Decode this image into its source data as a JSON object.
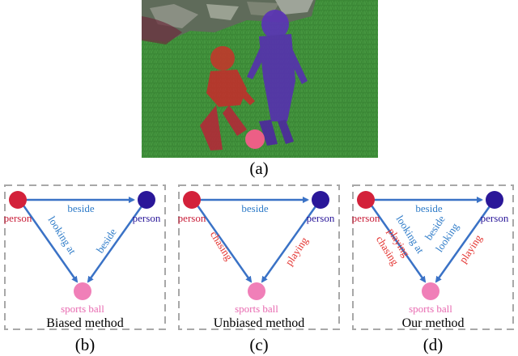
{
  "figure": {
    "panels": [
      {
        "caption": "(b)",
        "method": "Biased method",
        "nodes": {
          "left": "person",
          "right": "person",
          "bottom": "sports ball"
        },
        "top_edge": [
          "beside"
        ],
        "left_edge": [
          "looking at"
        ],
        "right_edge": [
          "beside"
        ]
      },
      {
        "caption": "(c)",
        "method": "Unbiased method",
        "nodes": {
          "left": "person",
          "right": "person",
          "bottom": "sports ball"
        },
        "top_edge": [
          "beside"
        ],
        "left_edge": [
          "chasing"
        ],
        "right_edge": [
          "playing"
        ]
      },
      {
        "caption": "(d)",
        "method": "Our method",
        "nodes": {
          "left": "person",
          "right": "person",
          "bottom": "sports ball"
        },
        "top_edge": [
          "beside"
        ],
        "left_edge": [
          "looking at",
          "playing",
          "chasing"
        ],
        "right_edge": [
          "beside",
          "looking",
          "playing"
        ]
      }
    ],
    "photo_caption": "(a)"
  },
  "colors": {
    "node_person_left": "#d3213a",
    "node_person_right": "#2a1799",
    "node_ball": "#f07fb8",
    "edge": "#3a72c6",
    "label_blue": "#2e7bc8",
    "label_red": "#e3312e",
    "person_text_red": "#c91f3a",
    "ball_text_pink": "#e869b0",
    "frame_dash": "#a8a8a8"
  }
}
